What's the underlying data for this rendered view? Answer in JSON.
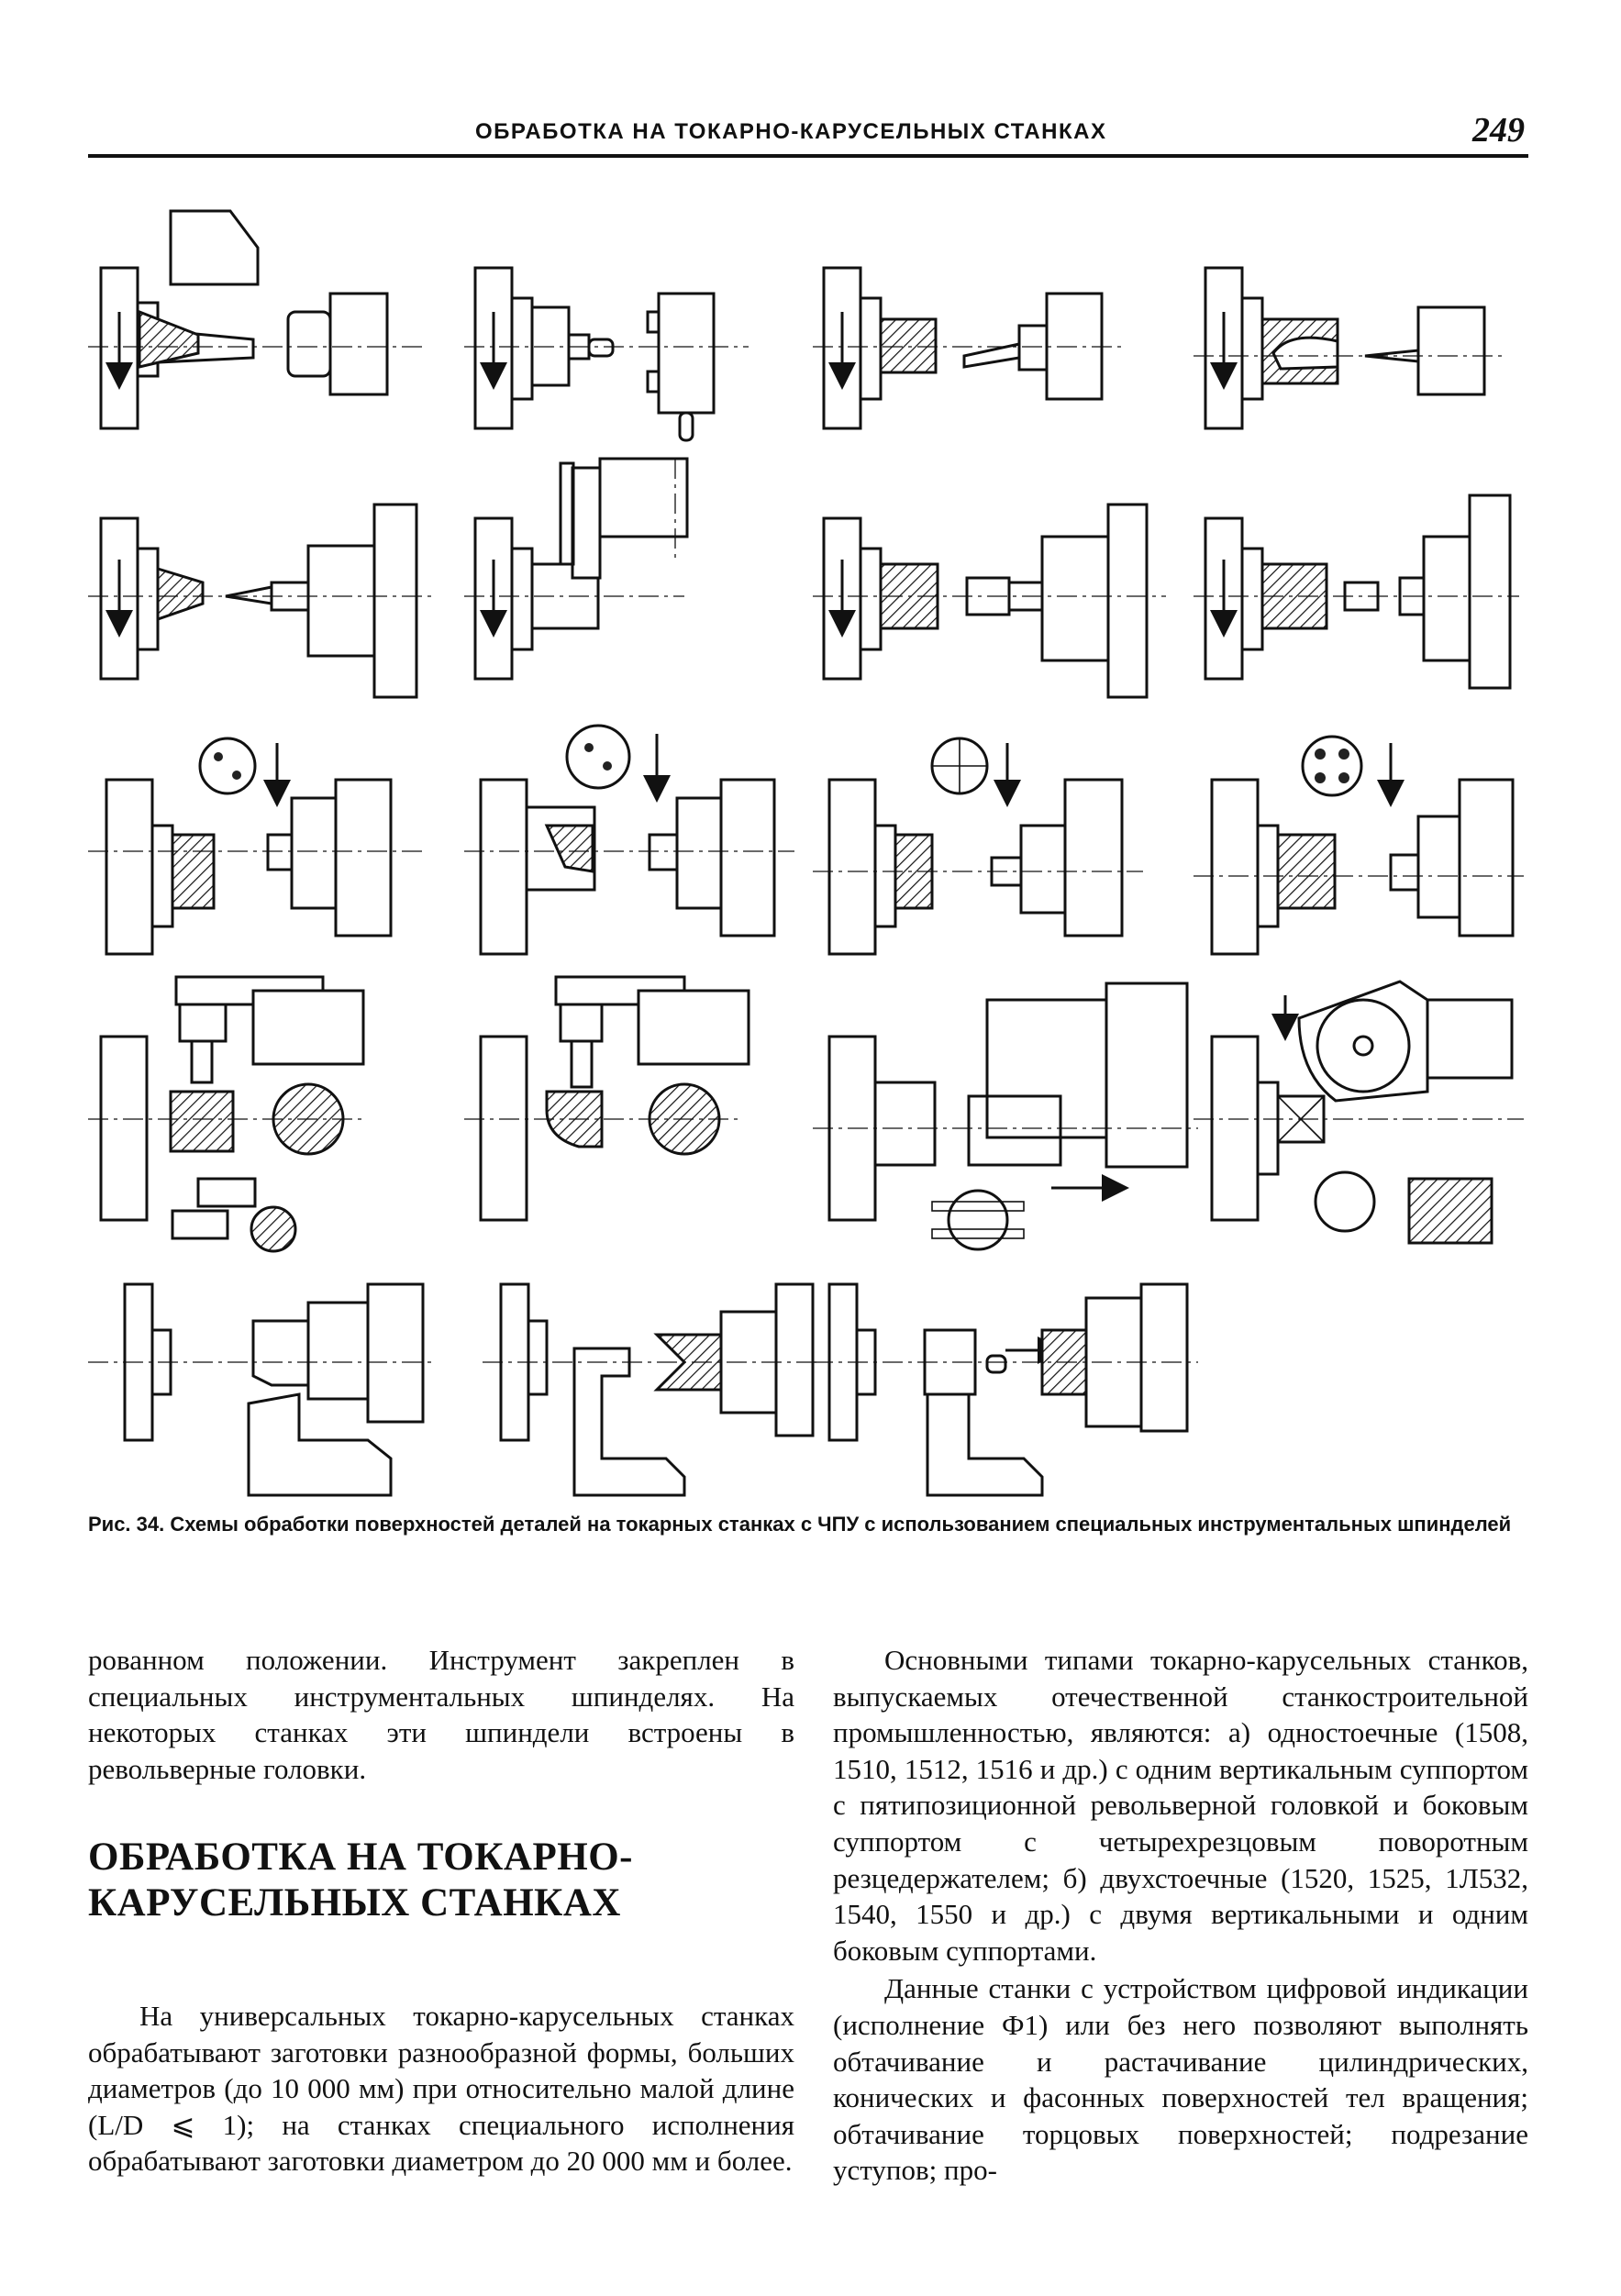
{
  "header": {
    "running_title": "ОБРАБОТКА НА ТОКАРНО-КАРУСЕЛЬНЫХ СТАНКАХ",
    "page_number": "249"
  },
  "figure": {
    "caption": "Рис. 34. Схемы обработки поверхностей деталей на токарных станках с ЧПУ с использованием специальных инструментальных шпинделей"
  },
  "left_column": {
    "paragraphs": [
      "рованном положении. Инструмент закреплен в специальных инструментальных шпинделях. На некоторых станках эти шпиндели встроены в револьверные головки."
    ]
  },
  "section": {
    "heading_line1": "ОБРАБОТКА НА ТОКАРНО-",
    "heading_line2": "КАРУСЕЛЬНЫХ СТАНКАХ",
    "paragraphs": [
      "На универсальных токарно-карусельных станках обрабатывают заготовки разнообразной формы, больших диаметров (до 10 000 мм) при относительно малой длине (L/D ⩽ 1); на станках специального исполнения обрабатывают заготовки диаметром до 20 000 мм и более."
    ]
  },
  "right_column": {
    "paragraphs": [
      "Основными типами токарно-карусельных станков, выпускаемых отечественной станкостроительной промышленностью, являются: а) одностоечные (1508, 1510, 1512, 1516 и др.) с одним вертикальным суппортом с пятипозиционной револьверной головкой и боковым суппортом с четырехрезцовым поворотным резцедержателем; б) двухстоечные (1520, 1525, 1Л532, 1540, 1550 и др.) с двумя вертикальными и одним боковым суппортами.",
      "Данные станки с устройством цифровой индикации (исполнение Ф1) или без него позволяют выполнять обтачивание и растачивание цилиндрических, конических и фасонных поверхностей тел вращения; обтачивание торцовых поверхностей; подрезание уступов; про-"
    ]
  }
}
